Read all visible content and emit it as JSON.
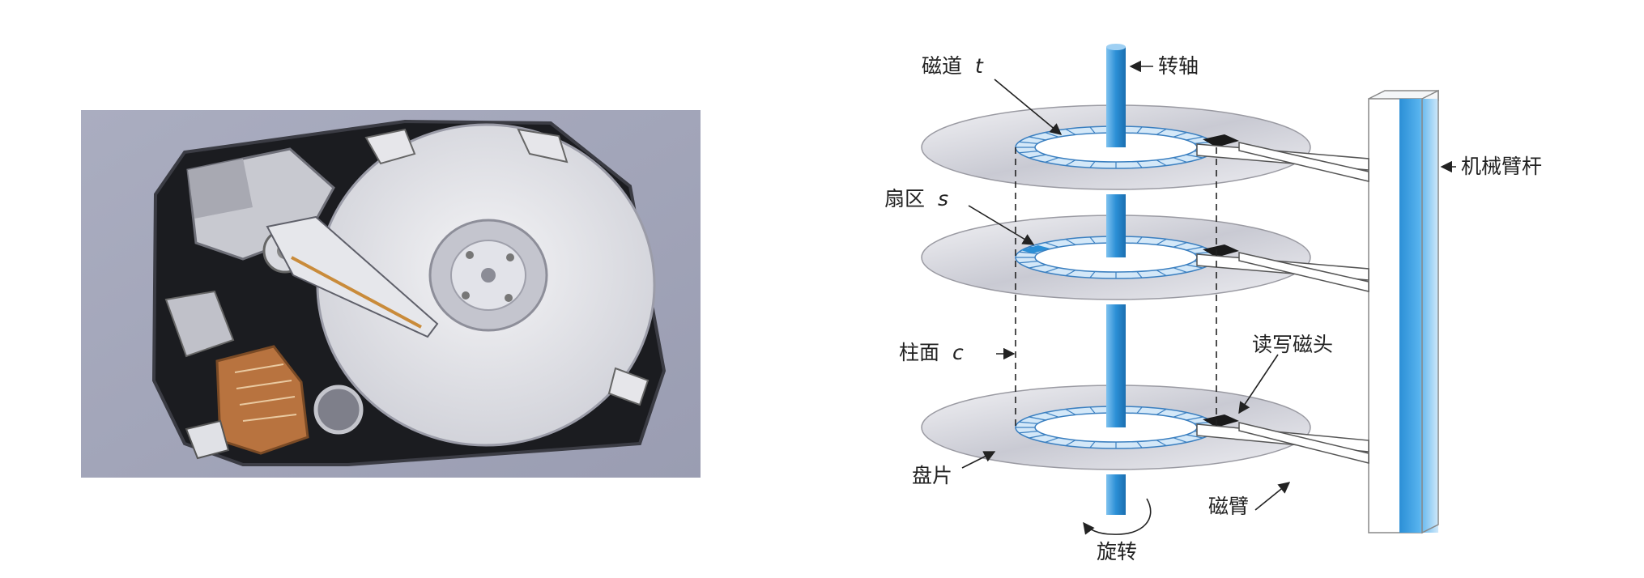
{
  "photo": {
    "subject": "open hard disk drive",
    "colors": {
      "background": "#a3a6ba",
      "platter": "#d6d7df",
      "chassis": "#1b1c20",
      "pcb": "#b8733f"
    }
  },
  "diagram": {
    "labels": {
      "track": "磁道",
      "track_var": "t",
      "spindle": "转轴",
      "arm_assembly": "机械臂杆",
      "sector": "扇区",
      "sector_var": "s",
      "cylinder": "柱面",
      "cylinder_var": "c",
      "head": "读写磁头",
      "platter": "盘片",
      "arm": "磁臂",
      "rotation": "旋转"
    },
    "colors": {
      "spindle": "#2b8fd6",
      "track_ring": "#d4e8f8",
      "sector_highlight": "#2b8fd6",
      "platter_fill": "#e4e4e6",
      "arm_pole": "#3aa3e8",
      "head": "#1a1a1a"
    },
    "platter_count": 3,
    "sectors_per_track": 24
  }
}
